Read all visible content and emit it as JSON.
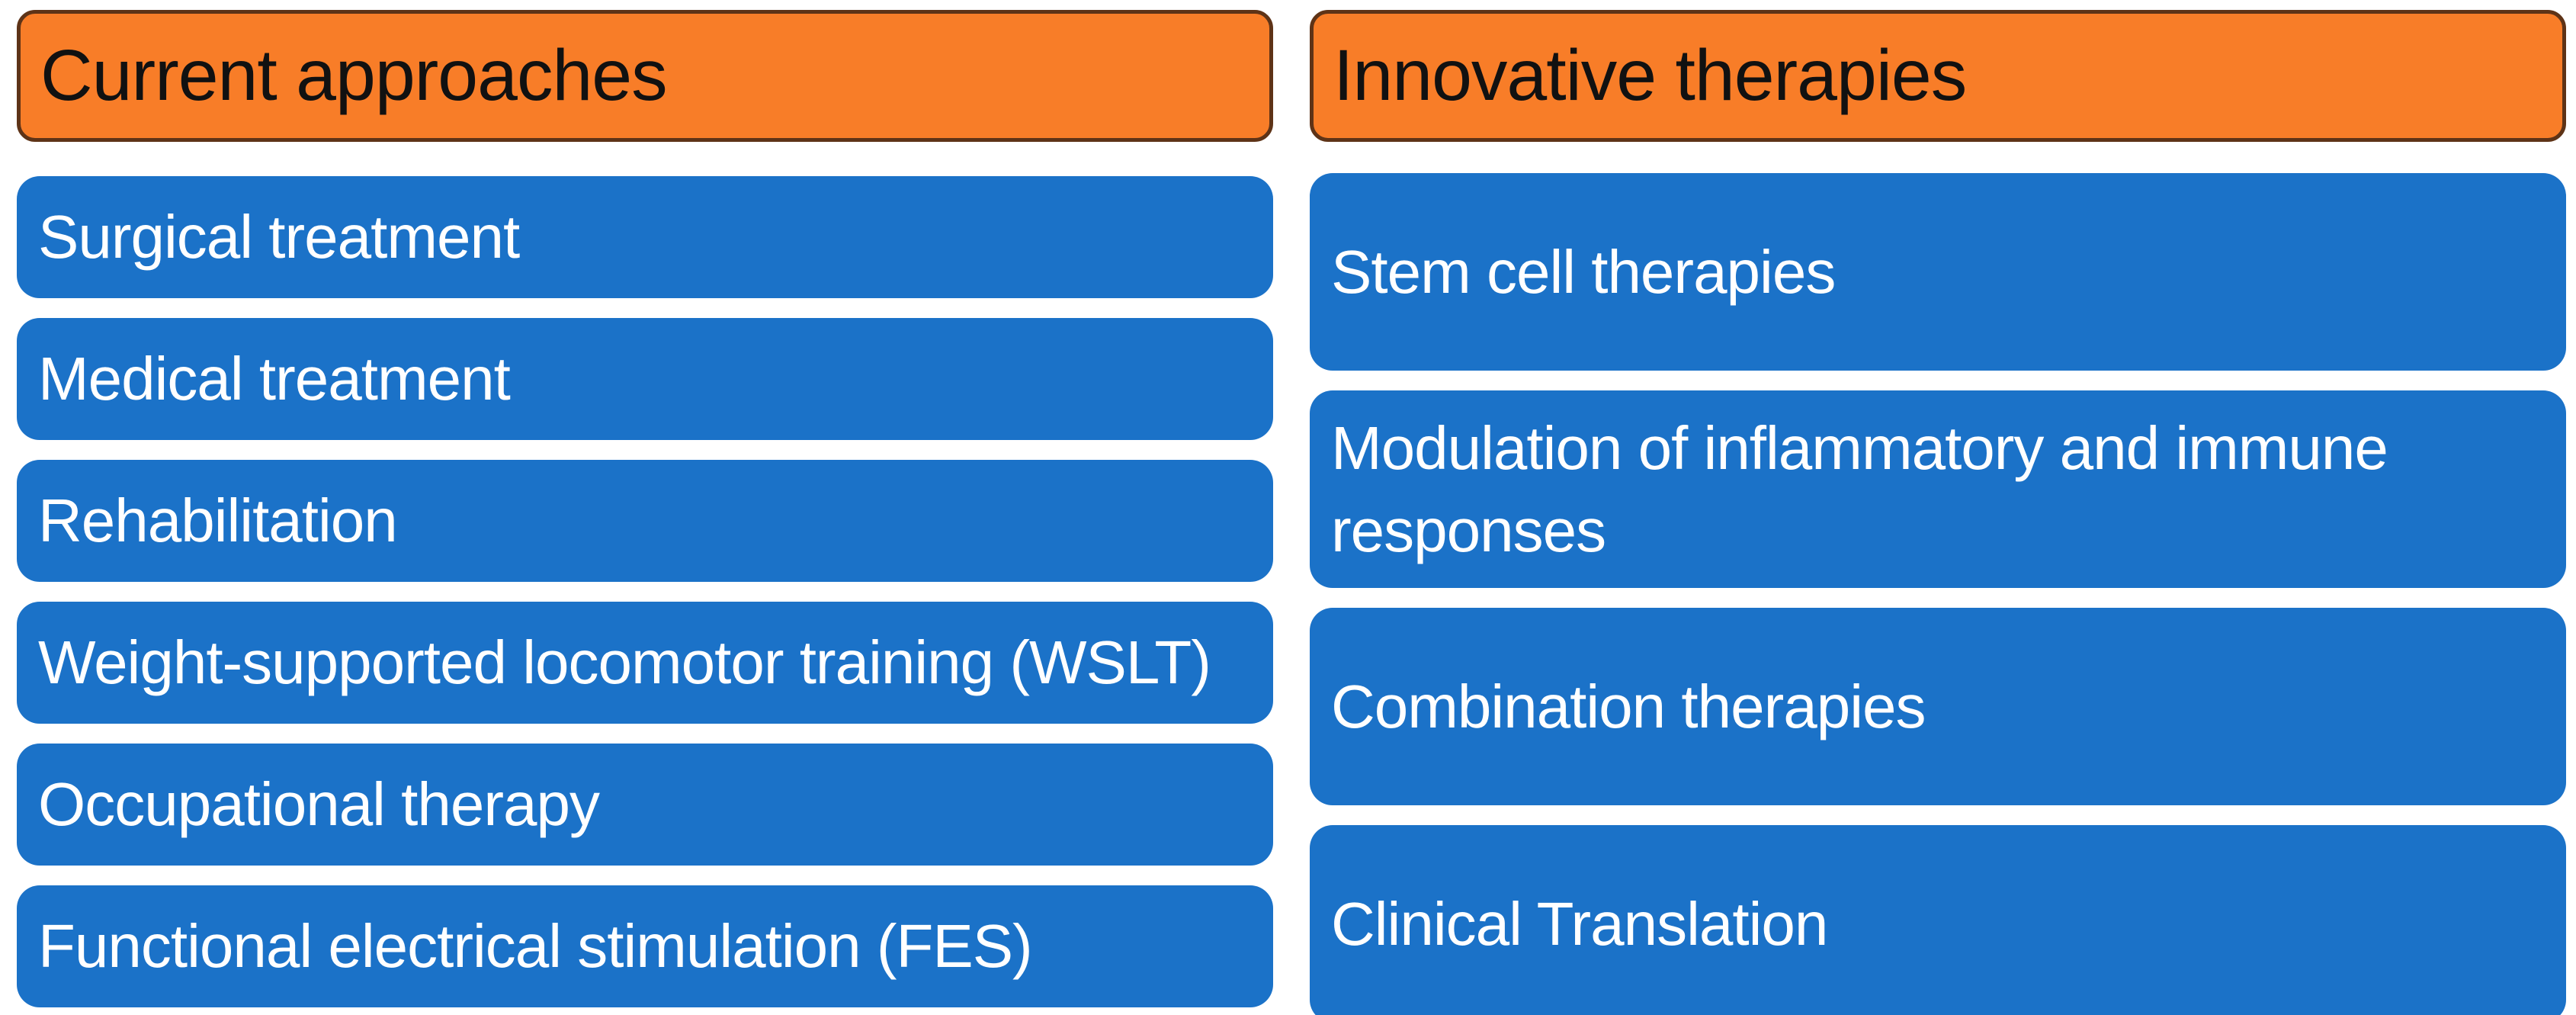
{
  "colors": {
    "header_fill": "#F87D28",
    "header_border": "#5E3317",
    "header_text": "#111111",
    "item_fill": "#1B72C8",
    "item_text": "#FFFFFF"
  },
  "columns": [
    {
      "header": "Current approaches",
      "items": [
        {
          "label": "Surgical treatment"
        },
        {
          "label": "Medical treatment"
        },
        {
          "label": "Rehabilitation"
        },
        {
          "label": "Weight-supported locomotor training (WSLT)"
        },
        {
          "label": "Occupational therapy"
        },
        {
          "label": "Functional electrical stimulation (FES)"
        }
      ]
    },
    {
      "header": "Innovative therapies",
      "items": [
        {
          "label": "Stem cell therapies"
        },
        {
          "label": "Modulation of inflammatory and immune responses"
        },
        {
          "label": "Combination therapies"
        },
        {
          "label": "Clinical Translation"
        }
      ]
    }
  ]
}
